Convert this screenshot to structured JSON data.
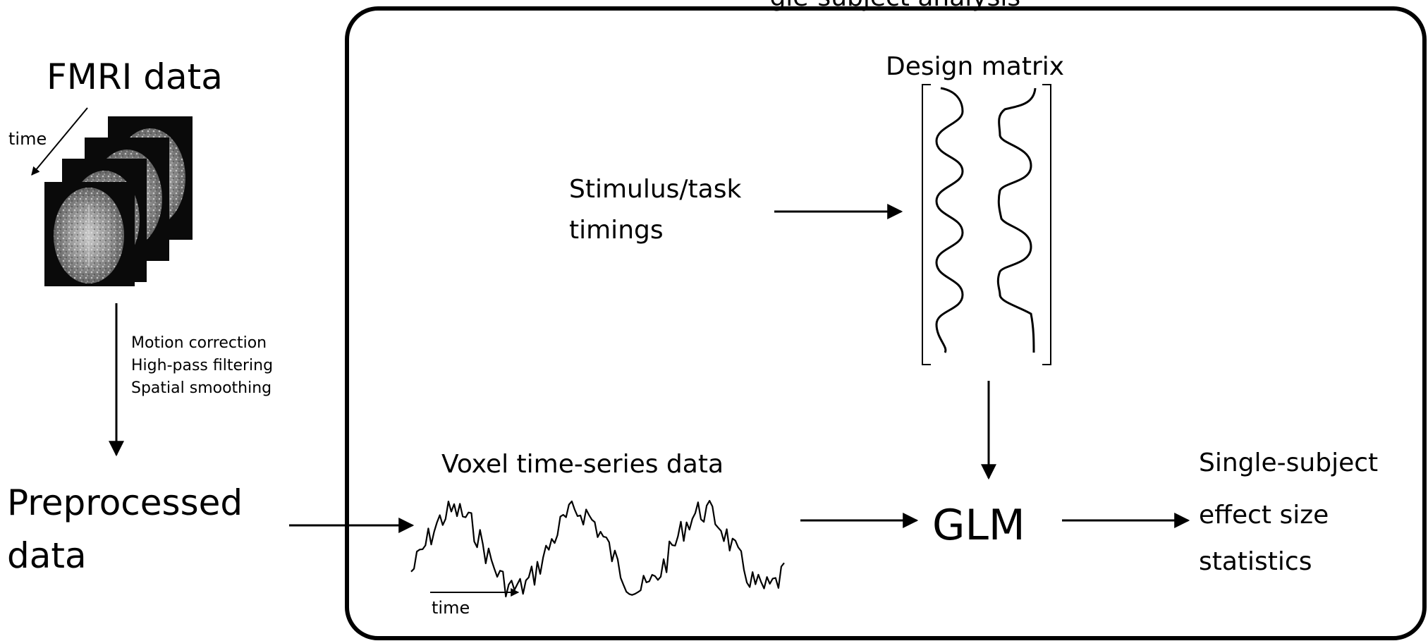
{
  "title_fragment": " gle-subject analysis",
  "fmri_label": "FMRI data",
  "time_label": "time",
  "preprocessing_steps": [
    "Motion correction",
    "High-pass filtering",
    "Spatial smoothing"
  ],
  "preprocessed_label": [
    "Preprocessed",
    "data"
  ],
  "design_matrix_label": "Design matrix",
  "stimulus_label": [
    "Stimulus/task",
    "timings"
  ],
  "voxel_label": "Voxel time-series data",
  "voxel_time_label": "time",
  "glm_label": "GLM",
  "output_label": [
    "Single-subject",
    "effect size",
    "statistics"
  ],
  "colors": {
    "line": "#000000",
    "background": "#ffffff",
    "brain_background": "#0a0a0a",
    "brain_tissue": "#9a9a9a"
  }
}
